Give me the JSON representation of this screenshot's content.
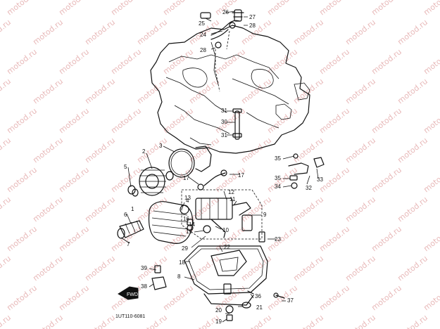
{
  "watermark": "motod.ru",
  "drawing_code": "1UT110-6081",
  "callouts": [
    "1",
    "2",
    "3",
    "4",
    "5",
    "6",
    "7",
    "8",
    "9",
    "10",
    "11",
    "12",
    "13",
    "14",
    "15",
    "16",
    "17",
    "17",
    "18",
    "19",
    "20",
    "21",
    "22",
    "23",
    "24",
    "25",
    "26",
    "27",
    "28",
    "28",
    "29",
    "30",
    "31",
    "31",
    "32",
    "33",
    "34",
    "35",
    "35",
    "36",
    "37",
    "38",
    "39"
  ],
  "arrow_tag": "FWD"
}
